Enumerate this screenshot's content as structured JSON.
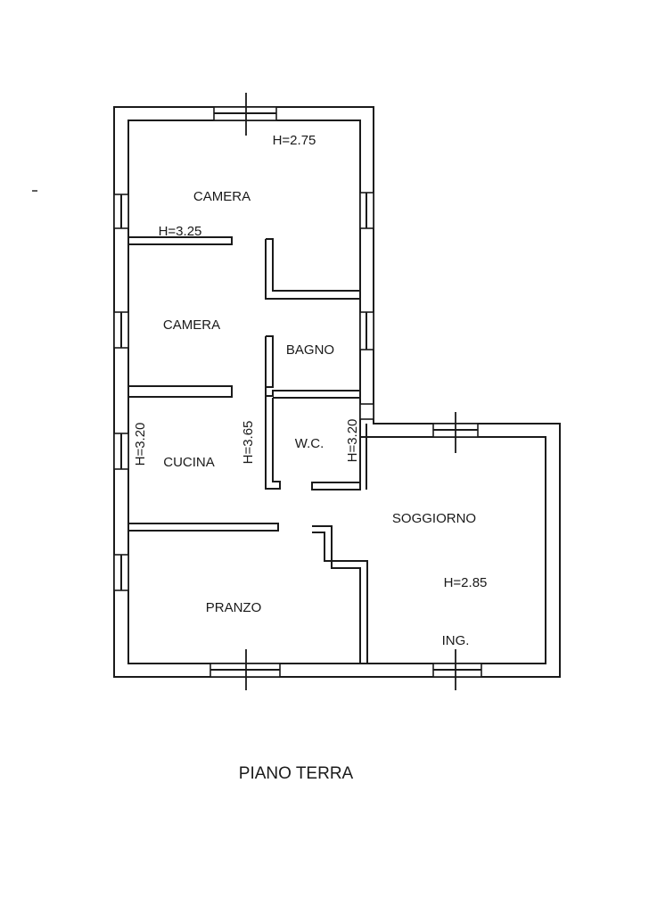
{
  "floor_title": "PIANO TERRA",
  "rooms": {
    "camera_top": "CAMERA",
    "camera_mid": "CAMERA",
    "bagno": "BAGNO",
    "cucina": "CUCINA",
    "wc": "W.C.",
    "soggiorno": "SOGGIORNO",
    "pranzo": "PRANZO"
  },
  "heights": {
    "camera_top": "H=2.75",
    "camera_mid": "H=3.25",
    "cucina_left": "H=3.20",
    "corridor": "H=3.65",
    "wc": "H=3.20",
    "soggiorno": "H=2.85"
  },
  "entrance_label": "ING."
}
